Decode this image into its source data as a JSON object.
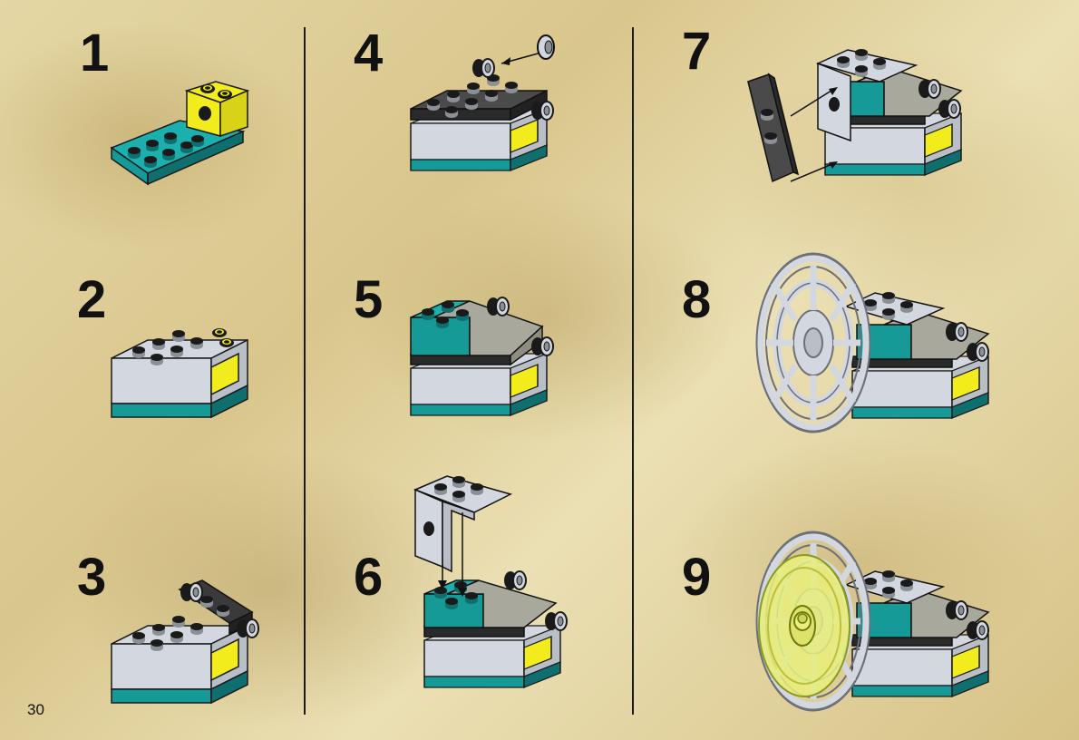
{
  "page_number": "30",
  "steps": [
    {
      "number": "1"
    },
    {
      "number": "2"
    },
    {
      "number": "3"
    },
    {
      "number": "4"
    },
    {
      "number": "5"
    },
    {
      "number": "6"
    },
    {
      "number": "7"
    },
    {
      "number": "8"
    },
    {
      "number": "9"
    }
  ],
  "colors": {
    "teal": "#159a98",
    "yellow": "#f2ec1c",
    "light_gray": "#d3d7df",
    "dark_gray": "#4a4a4a",
    "tan_gray": "#a9a89c",
    "lime_trans": "#e9ef7a"
  }
}
